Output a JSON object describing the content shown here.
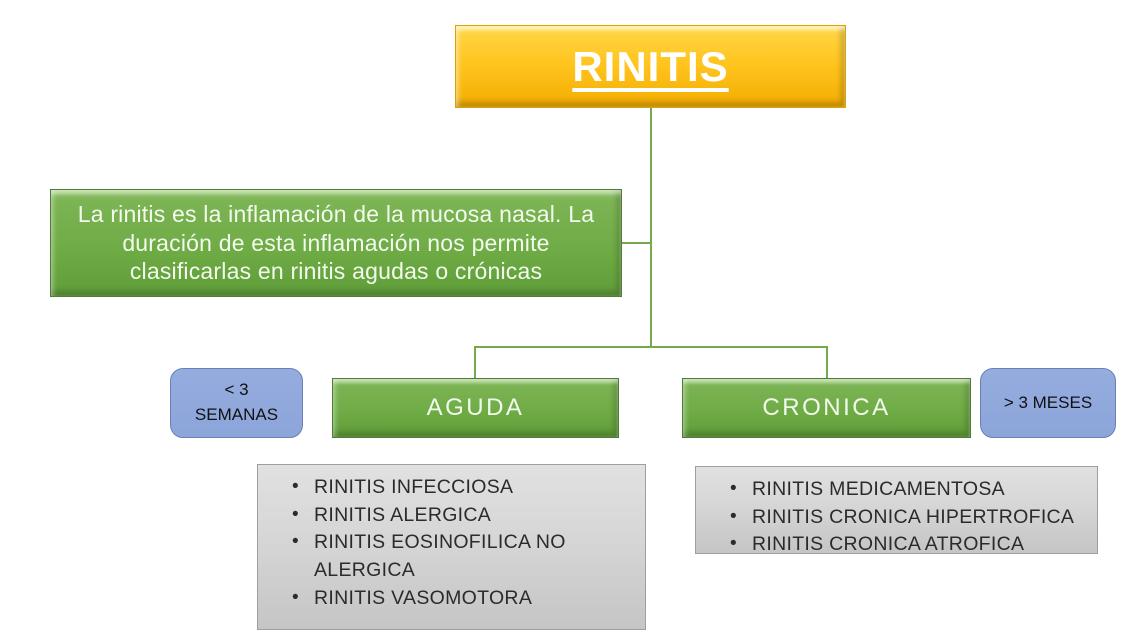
{
  "root": {
    "label": "RINITIS"
  },
  "description": {
    "text": "La rinitis es la inflamación de la mucosa nasal. La duración de esta inflamación nos permite clasificarlas en rinitis agudas o crónicas"
  },
  "branches": [
    {
      "label": "AGUDA",
      "duration": "< 3 SEMANAS",
      "items": [
        "RINITIS INFECCIOSA",
        "RINITIS ALERGICA",
        "RINITIS EOSINOFILICA NO ALERGICA",
        "RINITIS VASOMOTORA"
      ]
    },
    {
      "label": "CRONICA",
      "duration": "> 3 MESES",
      "items": [
        "RINITIS MEDICAMENTOSA",
        "RINITIS CRONICA HIPERTROFICA",
        "RINITIS CRONICA ATROFICA"
      ]
    }
  ],
  "colors": {
    "node_yellow": "#FFC000",
    "node_green": "#70AD47",
    "badge_blue": "#8EA9DB",
    "list_gray": "#D9D9D9",
    "connector_green": "#74A94E",
    "text_white": "#FFFFFF",
    "text_dark": "#2B2B2B"
  }
}
